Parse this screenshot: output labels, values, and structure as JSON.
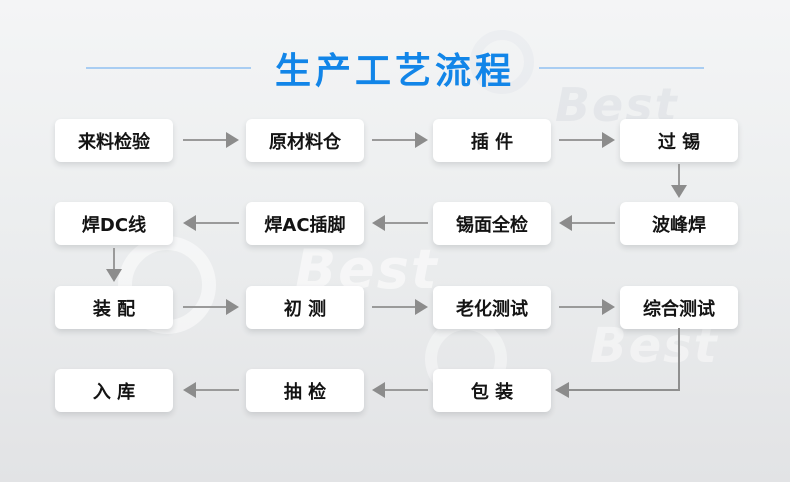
{
  "page": {
    "title": "生产工艺流程"
  },
  "theme": {
    "title_color": "#1285e8",
    "title_rule_color": "#a9cdf2",
    "arrow_color": "#9a9a9a",
    "box_bg": "#ffffff",
    "box_text_color": "#141414",
    "background_top": "#f4f5f6",
    "background_bottom": "#e2e3e5"
  },
  "watermark": {
    "text": "Best"
  },
  "flow": {
    "rows": [
      {
        "direction": "right",
        "boxes": [
          {
            "label": "来料检验"
          },
          {
            "label": "原材料仓"
          },
          {
            "label": "插 件"
          },
          {
            "label": "过 锡"
          }
        ]
      },
      {
        "direction": "left",
        "boxes": [
          {
            "label": "焊DC线"
          },
          {
            "label": "焊AC插脚"
          },
          {
            "label": "锡面全检"
          },
          {
            "label": "波峰焊"
          }
        ]
      },
      {
        "direction": "right",
        "boxes": [
          {
            "label": "装 配"
          },
          {
            "label": "初 测"
          },
          {
            "label": "老化测试"
          },
          {
            "label": "综合测试"
          }
        ]
      },
      {
        "direction": "left",
        "boxes": [
          {
            "label": "入 库"
          },
          {
            "label": "抽 检"
          },
          {
            "label": "包 装"
          }
        ]
      }
    ]
  }
}
